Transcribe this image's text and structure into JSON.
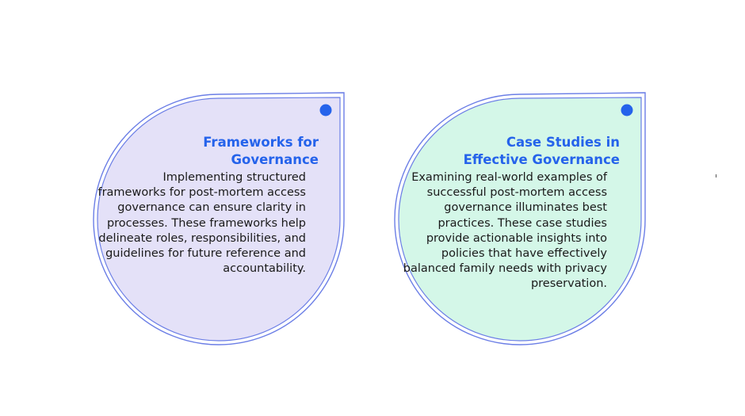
{
  "cards": [
    {
      "title": "Frameworks for Governance",
      "body": "Implementing structured frameworks for post-mortem access governance can ensure clarity in processes. These frameworks help delineate roles, responsibilities, and guidelines for future reference and accountability.",
      "fill_color": "#e4e1f8",
      "border_color": "#6b7ee6",
      "dot_color": "#2563eb"
    },
    {
      "title": "Case Studies in Effective Governance",
      "body": "Examining real-world examples of successful post-mortem access governance illuminates best practices. These case studies provide actionable insights into policies that have effectively balanced family needs with privacy preservation.",
      "fill_color": "#d4f7e8",
      "border_color": "#6b7ee6",
      "dot_color": "#2563eb"
    }
  ],
  "colors": {
    "title_accent": "#2563eb",
    "body_text": "#1a1a1a"
  }
}
